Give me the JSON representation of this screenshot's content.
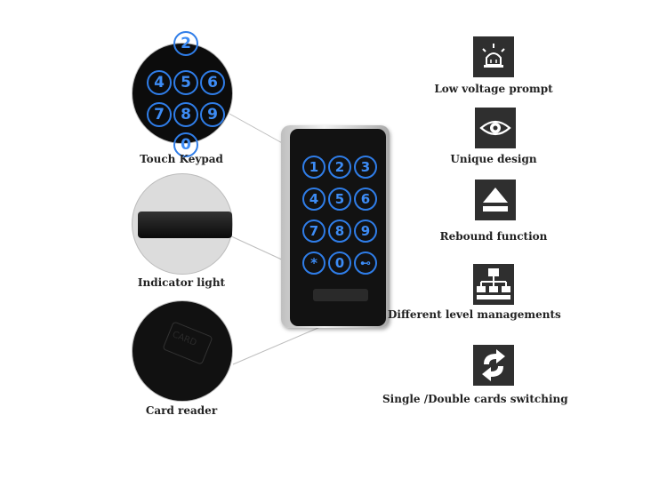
{
  "callouts": {
    "touch_keypad": "Touch Keypad",
    "indicator_light": "Indicator light",
    "card_reader": "Card reader",
    "card_text": "CARD"
  },
  "features": [
    {
      "label": "Low voltage prompt",
      "icon": "warning-light-icon"
    },
    {
      "label": "Unique design",
      "icon": "eye-icon"
    },
    {
      "label": "Rebound function",
      "icon": "eject-icon"
    },
    {
      "label": "Different level managements",
      "icon": "hierarchy-icon"
    },
    {
      "label": "Single /Double cards switching",
      "icon": "switch-arrows-icon"
    }
  ],
  "keypad": {
    "keys": [
      "1",
      "2",
      "3",
      "4",
      "5",
      "6",
      "7",
      "8",
      "9",
      "*",
      "0",
      "⊷"
    ]
  },
  "zoom_keys": [
    "2",
    "4",
    "5",
    "6",
    "7",
    "8",
    "9",
    "0"
  ],
  "colors": {
    "key_blue": "#2f7de8",
    "device_black": "#121212",
    "icon_bg": "#2f2f2f"
  }
}
